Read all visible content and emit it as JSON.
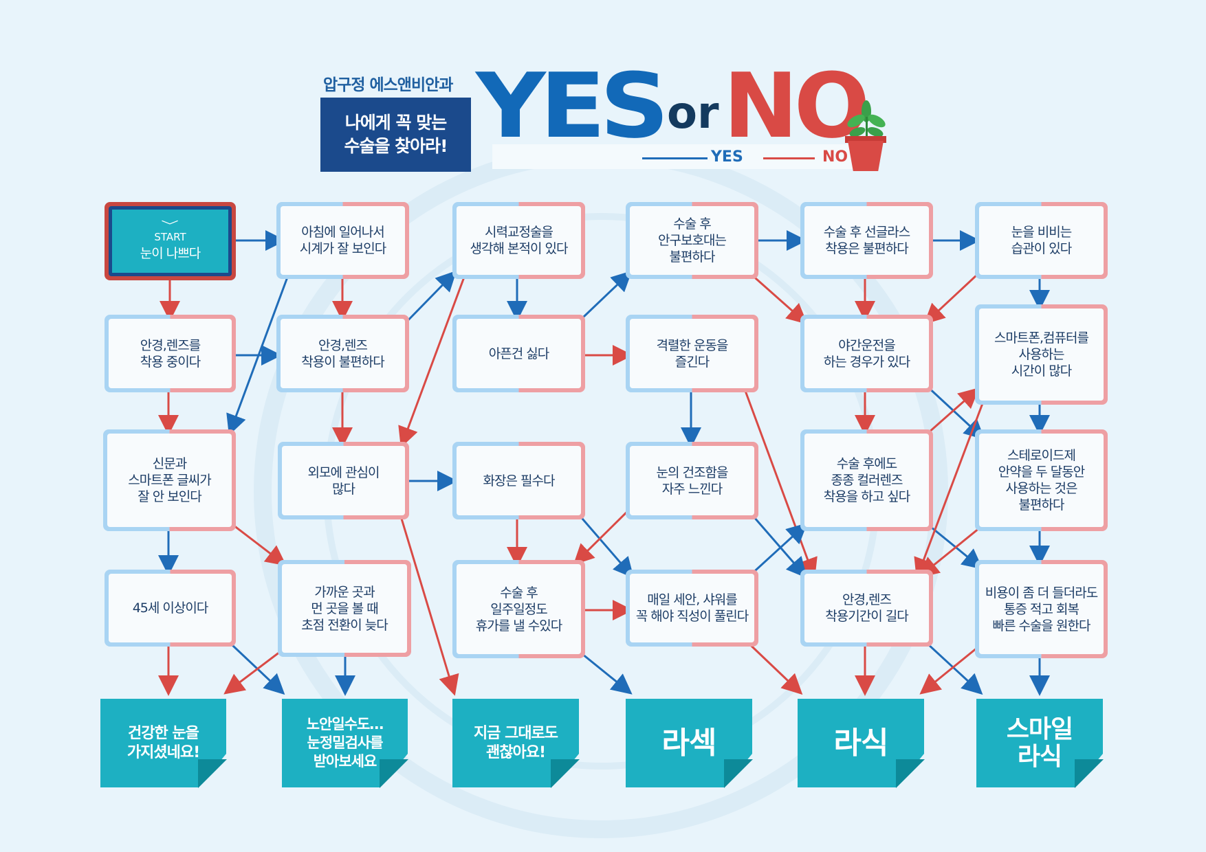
{
  "header": {
    "brand": "압구정 에스앤비안과",
    "subtitle": "나에게 꼭 맞는\n수술을 찾아라!",
    "yes": "YES",
    "or": "or",
    "no": "NO",
    "legend_yes": "YES",
    "legend_no": "NO"
  },
  "colors": {
    "yes": "#1f6cb8",
    "no": "#d94a45",
    "result": "#1db0c2",
    "title_box": "#1b4a8c"
  },
  "start": {
    "label": "START",
    "text": "눈이 나쁘다"
  },
  "nodes": {
    "n_glasses": "안경,렌즈를\n착용 중이다",
    "n_newspaper": "신문과\n스마트폰 글씨가\n잘 안 보인다",
    "n_45": "45세 이상이다",
    "n_morning": "아침에 일어나서\n시계가 잘 보인다",
    "n_uncomfortable": "안경,렌즈\n착용이 불편하다",
    "n_looks": "외모에 관심이\n많다",
    "n_focus": "가까운 곳과\n먼 곳을 볼 때\n초점 전환이 늦다",
    "n_considered": "시력교정술을\n생각해 본적이 있다",
    "n_pain": "아픈건 싫다",
    "n_makeup": "화장은 필수다",
    "n_week": "수술 후\n일주일정도\n휴가를 낼 수있다",
    "n_shield": "수술 후\n안구보호대는\n불편하다",
    "n_sports": "격렬한 운동을\n즐긴다",
    "n_dry": "눈의 건조함을\n자주 느낀다",
    "n_wash": "매일 세안, 샤워를\n꼭 해야 직성이 풀린다",
    "n_sunglass": "수술 후 선글라스\n착용은 불편하다",
    "n_night": "야간운전을\n하는 경우가 있다",
    "n_color": "수술 후에도\n종종 컬러렌즈\n착용을 하고 싶다",
    "n_long": "안경,렌즈\n착용기간이 길다",
    "n_rub": "눈을 비비는\n습관이 있다",
    "n_smart": "스마트폰,컴퓨터를\n사용하는\n시간이 많다",
    "n_steroid": "스테로이드제\n안약을 두 달동안\n사용하는 것은\n불편하다",
    "n_cost": "비용이 좀 더 들더라도\n통증 적고 회복\n빠른 수술을 원한다"
  },
  "results": {
    "r_healthy": "건강한 눈을\n가지셨네요!",
    "r_presby": "노안일수도…\n눈정밀검사를\n받아보세요",
    "r_fine": "지금 그대로도\n괜찮아요!",
    "r_lasek": "라섹",
    "r_lasik": "라식",
    "r_smile": "스마일\n라식"
  }
}
